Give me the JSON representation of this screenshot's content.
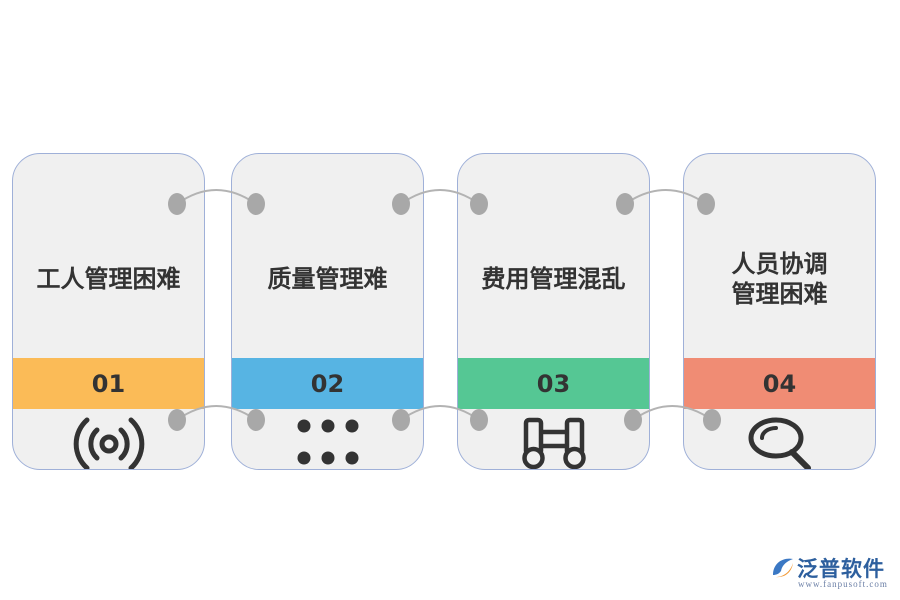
{
  "cards": [
    {
      "title": "工人管理困难",
      "number": "01",
      "band_color": "#fbbb57",
      "icon": "signal-broadcast-icon"
    },
    {
      "title": "质量管理难",
      "number": "02",
      "band_color": "#57b4e3",
      "icon": "six-dots-grid-icon"
    },
    {
      "title": "费用管理混乱",
      "number": "03",
      "band_color": "#55c794",
      "icon": "binoculars-icon"
    },
    {
      "title": "人员协调\n管理困难",
      "number": "04",
      "band_color": "#f08c74",
      "icon": "magnifier-icon"
    }
  ],
  "logo": {
    "name": "泛普软件",
    "url": "www.fanpusoft.com",
    "icon": "fanpu-logo-icon"
  },
  "colors": {
    "card_bg": "#f0f0f0",
    "card_border": "#9fb0d8",
    "connector": "#a8a8a8",
    "text": "#333333"
  }
}
